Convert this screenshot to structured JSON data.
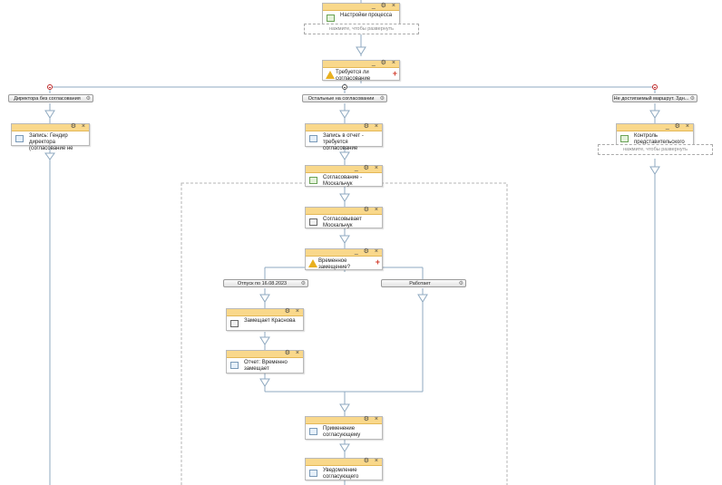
{
  "nodes": {
    "process_settings": "Настройки процесса",
    "approval_required": "Требуется ли согласование",
    "write_dir_first": "Запись: Гендир директора (согласование не",
    "write_report_required": "Запись в отчет - требуется согласование",
    "approval_moskalchuk": "Согласование - Москальчук",
    "approves_moskalchuk": "Согласовывает Москальчук",
    "temp_replacement": "Временное замещение?",
    "replaces_krasova": "Замещает Краснова",
    "report_temp_replace": "Отчет: Временно замещает",
    "appoint_approver": "Применение согласующему",
    "notify_approver": "Уведомление согласующего",
    "control_representative": "Контроль представительского"
  },
  "routes": {
    "director_no_approval": "Директора без согласования",
    "others_on_approval": "Остальные на согласовании",
    "unreachable_route": "Не достигаемый маршрут. Здн...",
    "vacation_until": "Отпуск по 16.08.2023",
    "working": "Работает"
  },
  "expand_hint": "нажмите, чтобы развернуть",
  "controls": "_ ⚙ ×",
  "controls_short": "⚙ ×",
  "colors": {
    "header": "#f9d88b",
    "connector": "#8fa9c0",
    "marker": "#c02a2a"
  }
}
